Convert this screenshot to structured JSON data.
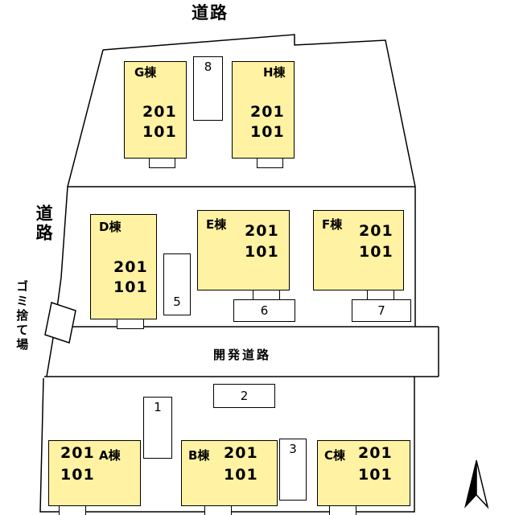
{
  "labels": {
    "road_top": "道路",
    "road_left": "道路",
    "garbage": "ゴミ捨て場",
    "dev_road": "開発道路"
  },
  "buildings": [
    {
      "id": "A",
      "name": "A棟",
      "units": [
        "201",
        "101"
      ]
    },
    {
      "id": "B",
      "name": "B棟",
      "units": [
        "201",
        "101"
      ]
    },
    {
      "id": "C",
      "name": "C棟",
      "units": [
        "201",
        "101"
      ]
    },
    {
      "id": "D",
      "name": "D棟",
      "units": [
        "201",
        "101"
      ]
    },
    {
      "id": "E",
      "name": "E棟",
      "units": [
        "201",
        "101"
      ]
    },
    {
      "id": "F",
      "name": "F棟",
      "units": [
        "201",
        "101"
      ]
    },
    {
      "id": "G",
      "name": "G棟",
      "units": [
        "201",
        "101"
      ]
    },
    {
      "id": "H",
      "name": "H棟",
      "units": [
        "201",
        "101"
      ]
    }
  ],
  "parking_numbers": [
    "1",
    "2",
    "3",
    "5",
    "6",
    "7",
    "8"
  ],
  "compass": {
    "type": "north-arrow"
  },
  "colors": {
    "building_fill": "#fff2a2",
    "line": "#000000",
    "background": "#ffffff"
  }
}
